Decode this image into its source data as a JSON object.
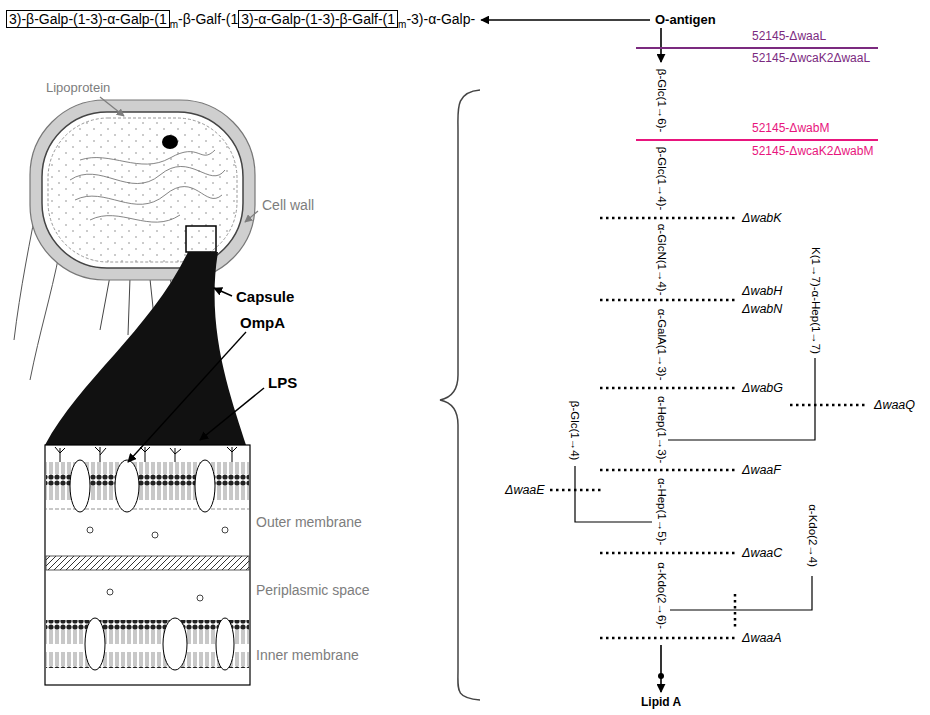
{
  "diagram": {
    "nodes": [
      {
        "text": [
          "3)-β-Galp-(1-3)-α-Galp-(1"
        ]
      },
      {
        "text": [
          "3)-α-Galp-(1-3)-β-Galf-(1"
        ]
      }
    ],
    "labels": [
      "m",
      "-β-Galf-(1",
      "m",
      "-3)-α-Galp-",
      "O-antigen",
      "52145-ΔwaaL",
      "52145-ΔwcaK2ΔwaaL",
      "52145-ΔwabM",
      "52145-ΔwcaK2ΔwabM",
      "β-Glc(1→6)-",
      "β-Glc(1→4)-",
      "α-GlcN(1→4)-",
      "α-GalA(1→3)-",
      "α-Hep(1→3)-",
      "α-Hep(1→5)-",
      "α-Kdo(2→6)-",
      "Lipid A",
      "K(1→7)-α-Hep(1→7)",
      "β-Glc(1→4)",
      "α-Kdo(2→4)",
      "ΔwabK",
      "ΔwabH",
      "ΔwabN",
      "ΔwabG",
      "ΔwaaQ",
      "ΔwaaE",
      "ΔwaaF",
      "ΔwaaC",
      "ΔwaaA",
      "Lipoprotein",
      "Cell wall",
      "Capsule",
      "OmpA",
      "LPS",
      "Outer membrane",
      "Periplasmic space",
      "Inner membrane"
    ]
  }
}
